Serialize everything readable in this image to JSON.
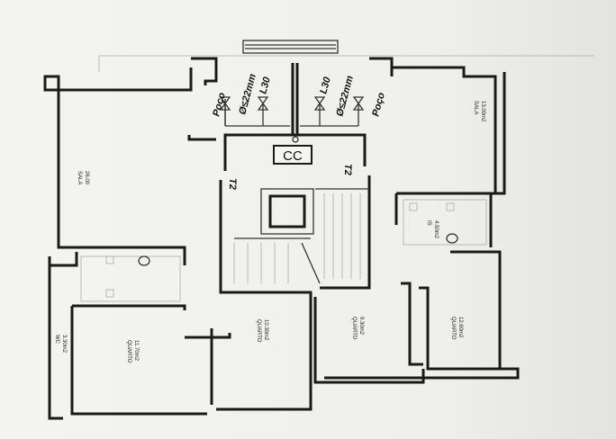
{
  "plan": {
    "rooms": [
      {
        "name": "SALA",
        "area": "26.00"
      },
      {
        "name": "QUARTO",
        "area": "11.70m2"
      },
      {
        "name": "QUARTO",
        "area": "10.30m2"
      },
      {
        "name": "QUARTO",
        "area": "9.30m2"
      },
      {
        "name": "QUARTO",
        "area": "12.60m2"
      },
      {
        "name": "SALA",
        "area": "13.00m2"
      },
      {
        "name": "IS",
        "area": "4.50m2"
      },
      {
        "name": "WC",
        "area": "3.30m2"
      }
    ],
    "annotations": {
      "left_pipe_1": "Poço",
      "left_pipe_2": "Ø≤22mm",
      "left_pipe_3": "L30",
      "right_pipe_1": "L30",
      "right_pipe_2": "Ø≤22mm",
      "right_pipe_3": "Poço",
      "meter_box": "CC",
      "typology_left": "T2",
      "typology_right": "T2"
    }
  }
}
